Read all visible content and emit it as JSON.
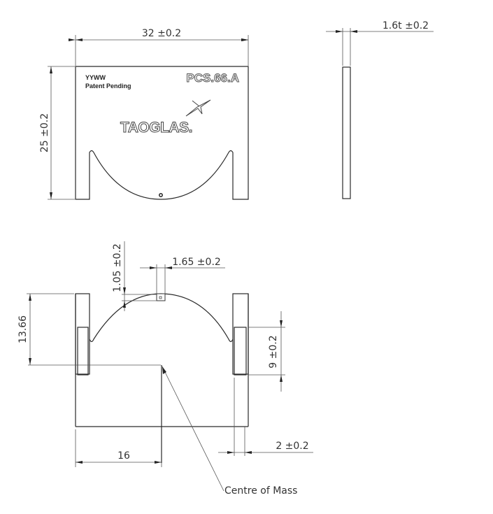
{
  "drawing": {
    "front_view": {
      "width_dim": "32 ±0.2",
      "height_dim": "25 ±0.2",
      "marking_date": "YYWW",
      "marking_patent": "Patent Pending",
      "part_number": "PCS.66.A",
      "logo_text": "TAOGLAS."
    },
    "side_view": {
      "thickness_dim": "1.6t ±0.2"
    },
    "detail_view": {
      "feed_height_dim": "1.05 ±0.2",
      "feed_width_dim": "1.65 ±0.2",
      "com_height_dim": "13.66",
      "slot_height_dim": "9 ±0.2",
      "com_x_dim": "16",
      "leg_width_dim": "2 ±0.2",
      "com_label": "Centre of Mass"
    }
  }
}
